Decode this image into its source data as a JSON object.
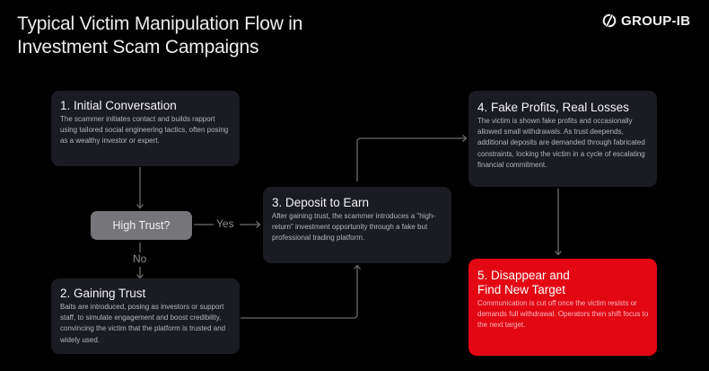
{
  "header": {
    "title_line1": "Typical Victim Manipulation Flow in",
    "title_line2": "Investment Scam Campaigns",
    "logo_text": "GROUP-IB"
  },
  "colors": {
    "background": "#000000",
    "box": "#1a1b23",
    "accent_red": "#e30613",
    "decision": "#76767a",
    "connector": "#6b6b6b"
  },
  "steps": [
    {
      "title": "1. Initial Conversation",
      "description": "The scammer initiates contact and builds rapport using tailored social engineering tactics, often posing as a wealthy investor or expert."
    },
    {
      "title": "2. Gaining Trust",
      "description": "Baits are introduced, posing as investors or support staff, to simulate engagement and boost credibility, convincing the victim that the platform is trusted and widely used."
    },
    {
      "title": "3. Deposit to Earn",
      "description": "After gaining trust, the scammer introduces a \"high-return\" investment opportunity through a fake but professional trading platform."
    },
    {
      "title": "4. Fake Profits, Real Losses",
      "description": "The victim is shown fake profits and occasionally allowed small withdrawals. As trust deepends, additional deposits are demanded through fabricated constraints, locking the victim in a cycle of escalating financial commitment."
    },
    {
      "title_line1": "5. Disappear and",
      "title_line2": "Find New Target",
      "description": "Communication is cut off once the victim resists or demands full withdrawal. Operators then shift focus to the next target."
    }
  ],
  "decision": {
    "label": "High Trust?",
    "yes_label": "Yes",
    "no_label": "No"
  }
}
